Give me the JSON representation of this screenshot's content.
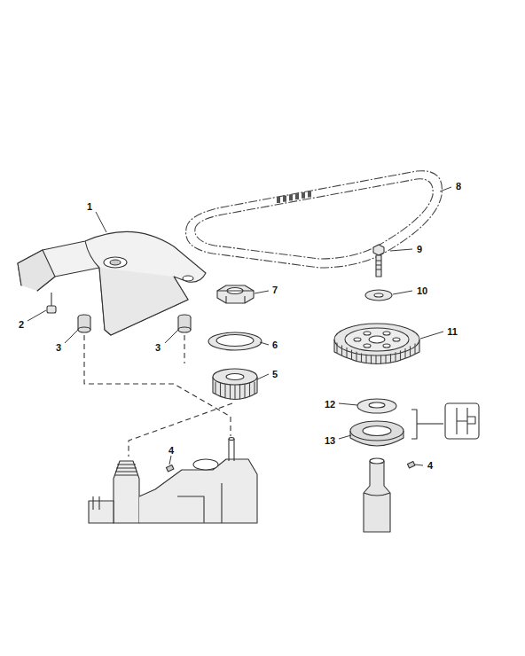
{
  "diagram": {
    "labels": [
      "8",
      "1",
      "9",
      "7",
      "10",
      "2",
      "3",
      "3",
      "6",
      "11",
      "5",
      "12",
      "13",
      "4",
      "4"
    ]
  }
}
